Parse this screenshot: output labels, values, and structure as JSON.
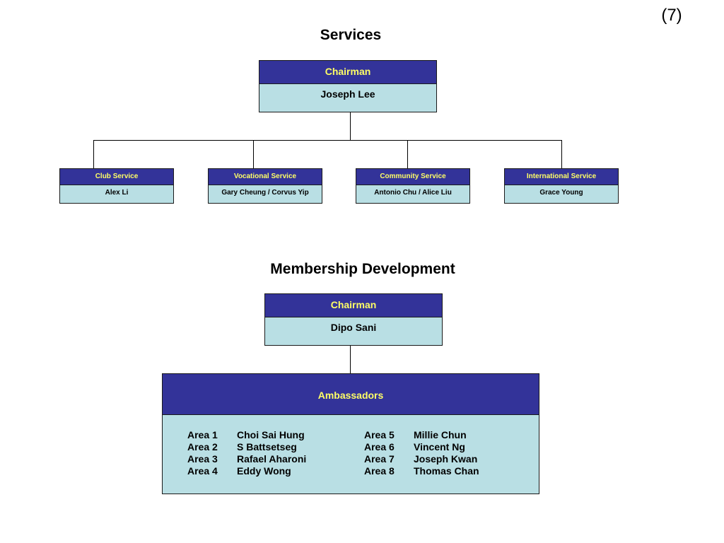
{
  "page_number": "(7)",
  "services": {
    "title": "Services",
    "chairman": {
      "role": "Chairman",
      "name": "Joseph Lee"
    },
    "units": [
      {
        "role": "Club Service",
        "name": "Alex Li"
      },
      {
        "role": "Vocational Service",
        "name": "Gary Cheung / Corvus Yip"
      },
      {
        "role": "Community Service",
        "name": "Antonio Chu / Alice Liu"
      },
      {
        "role": "International Service",
        "name": "Grace Young"
      }
    ]
  },
  "membership": {
    "title": "Membership Development",
    "chairman": {
      "role": "Chairman",
      "name": "Dipo Sani"
    },
    "ambassadors": {
      "title": "Ambassadors",
      "areas": [
        {
          "area": "Area 1",
          "name": "Choi Sai Hung"
        },
        {
          "area": "Area 2",
          "name": "S Battsetseg"
        },
        {
          "area": "Area 3",
          "name": "Rafael Aharoni"
        },
        {
          "area": "Area 4",
          "name": "Eddy Wong"
        },
        {
          "area": "Area 5",
          "name": "Millie Chun"
        },
        {
          "area": "Area 6",
          "name": "Vincent Ng"
        },
        {
          "area": "Area 7",
          "name": "Joseph Kwan"
        },
        {
          "area": "Area 8",
          "name": "Thomas Chan"
        }
      ]
    }
  },
  "colors": {
    "header_bg": "#333399",
    "header_text": "#ffff66",
    "body_bg": "#b9dfe4"
  }
}
